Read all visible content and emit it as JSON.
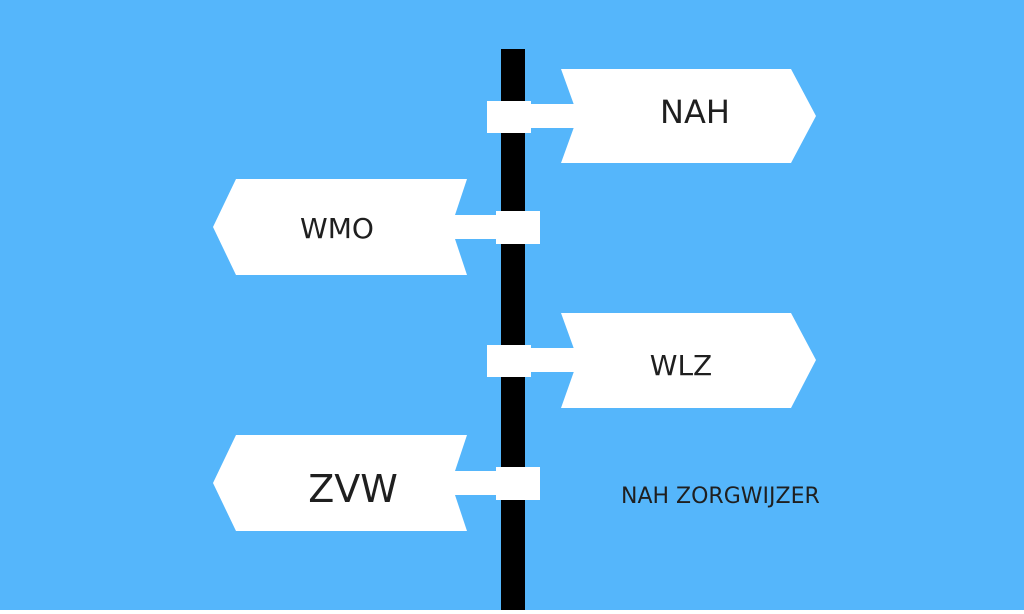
{
  "colors": {
    "background": "#55b6fb",
    "pole": "#000000",
    "sign": "#ffffff",
    "text": "#1f1f1f"
  },
  "signs": [
    {
      "label": "NAH",
      "direction": "right"
    },
    {
      "label": "WMO",
      "direction": "left"
    },
    {
      "label": "WLZ",
      "direction": "right"
    },
    {
      "label": "ZVW",
      "direction": "left"
    }
  ],
  "caption": "NAH ZORGWIJZER"
}
